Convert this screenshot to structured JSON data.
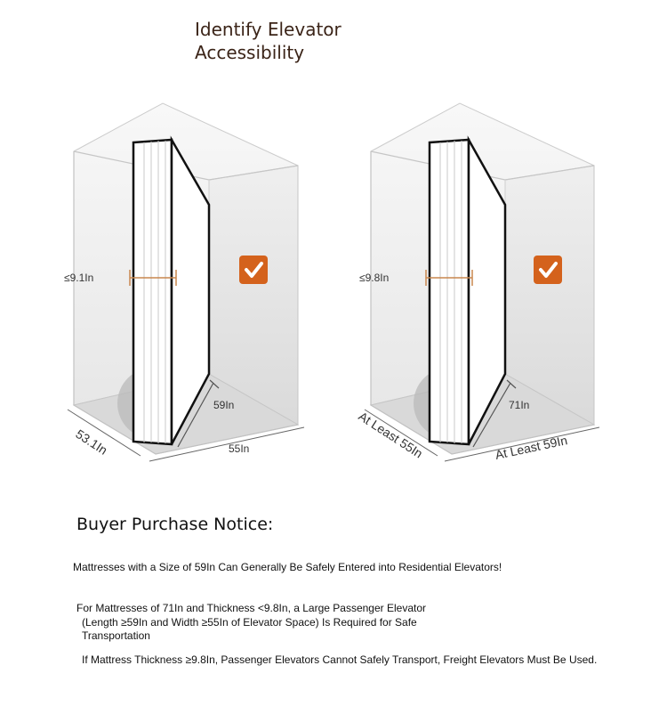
{
  "title": {
    "line1": "Identify Elevator",
    "line2": "Accessibility"
  },
  "diagram_left": {
    "thickness": "≤9.1In",
    "mattress_width": "59In",
    "depth": "53.1In",
    "width": "55In"
  },
  "diagram_right": {
    "thickness": "≤9.8In",
    "mattress_width": "71In",
    "depth": "At Least 55In",
    "width": "At Least 59In"
  },
  "notice": {
    "heading": "Buyer Purchase Notice:",
    "line1": "Mattresses with a Size of 59In Can Generally Be Safely Entered into Residential Elevators!",
    "line2": "For Mattresses of 71In and Thickness <9.8In, a Large Passenger Elevator",
    "line3": "(Length ≥59In and Width ≥55In of Elevator Space) Is Required for Safe",
    "line4": "Transportation",
    "line5": "If Mattress Thickness ≥9.8In, Passenger Elevators Cannot Safely Transport, Freight Elevators Must Be Used."
  },
  "colors": {
    "accent": "#d4621c",
    "measure_line": "#c8874e",
    "box_edge": "#c6c6c6",
    "mattress_edge": "#111111"
  },
  "icons": [
    "checkmark-badge-icon"
  ]
}
